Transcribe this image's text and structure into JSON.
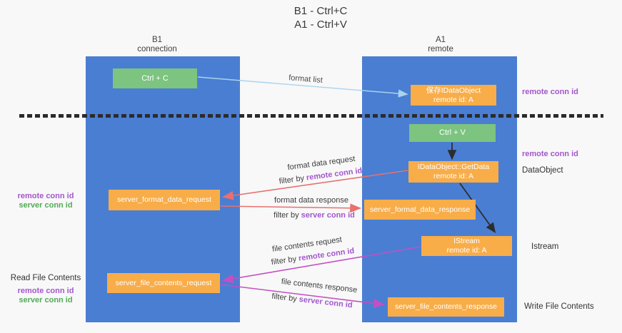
{
  "title": {
    "line1": "B1 - Ctrl+C",
    "line2": "A1 - Ctrl+V"
  },
  "columns": {
    "left": {
      "name": "B1",
      "subtitle": "connection"
    },
    "right": {
      "name": "A1",
      "subtitle": "remote"
    }
  },
  "nodes": {
    "ctrl_c": {
      "label": "Ctrl + C"
    },
    "save_dataobject": {
      "line1": "保存IDataObject",
      "line2": "remote id: A"
    },
    "ctrl_v": {
      "label": "Ctrl + V"
    },
    "getdata": {
      "line1": "IDataObject::GetData",
      "line2": "remote id: A"
    },
    "server_format_data_request": {
      "label": "server_format_data_request"
    },
    "server_format_data_response": {
      "label": "server_format_data_response"
    },
    "istream": {
      "line1": "IStream",
      "line2": "remote id: A"
    },
    "server_file_contents_request": {
      "label": "server_file_contents_request"
    },
    "server_file_contents_response": {
      "label": "server_file_contents_response"
    }
  },
  "arrows": {
    "format_list": {
      "label": "format list"
    },
    "format_data_request": {
      "label": "format data request",
      "filter_prefix": "filter by ",
      "filter_key": "remote conn id"
    },
    "format_data_response": {
      "label": "format data response",
      "filter_prefix": "filter by ",
      "filter_key": "server conn id"
    },
    "file_contents_request": {
      "label": "file contents request",
      "filter_prefix": "filter by ",
      "filter_key": "remote conn id"
    },
    "file_contents_response": {
      "label": "file contents response",
      "filter_prefix": "filter by ",
      "filter_key": "server conn id"
    }
  },
  "side_labels": {
    "right_remote_conn_id_top": "remote conn id",
    "right_remote_conn_id_mid": "remote conn id",
    "right_dataobject": "DataObject",
    "right_istream": "Istream",
    "right_write_file_contents": "Write File Contents",
    "left_remote_conn_id_top": "remote conn id",
    "left_server_conn_id_top": "server conn id",
    "left_read_file_contents": "Read File Contents",
    "left_remote_conn_id_bottom": "remote conn id",
    "left_server_conn_id_bottom": "server conn id"
  },
  "colors": {
    "column_blue": "#4a7ed2",
    "box_green": "#7cc47f",
    "box_orange": "#f8ad49",
    "arrow_blue": "#a9d3ee",
    "arrow_red": "#e8706f",
    "arrow_magenta": "#c44fc4",
    "arrow_black": "#2d2d2d",
    "text_purple": "#a257cc",
    "text_green": "#52ab57",
    "background": "#f8f8f8"
  }
}
